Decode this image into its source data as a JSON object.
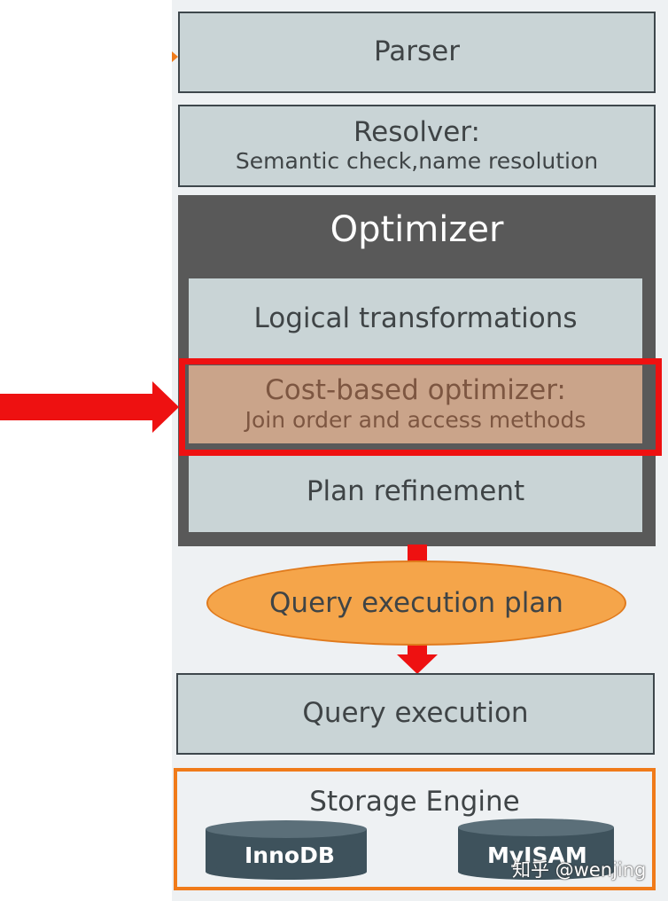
{
  "parser": {
    "label": "Parser"
  },
  "resolver": {
    "title": "Resolver:",
    "subtitle": "Semantic check,name resolution"
  },
  "optimizer": {
    "title": "Optimizer",
    "logical": "Logical transformations",
    "cost_based": {
      "title": "Cost-based optimizer:",
      "subtitle": "Join order and access methods"
    },
    "refinement": "Plan refinement"
  },
  "query_plan": {
    "label": "Query execution plan"
  },
  "query_execution": {
    "label": "Query execution"
  },
  "storage_engine": {
    "title": "Storage Engine",
    "engines": [
      "InnoDB",
      "MyISAM"
    ]
  },
  "watermark": "知乎 @wenjing",
  "colors": {
    "box_fill": "#c9d4d6",
    "optimizer_fill": "#595959",
    "highlight_red": "#ee1111",
    "cost_based_fill": "#caa48a",
    "plan_fill": "#f5a54a",
    "storage_border": "#f07b1a",
    "cylinder_fill": "#3e525c"
  }
}
